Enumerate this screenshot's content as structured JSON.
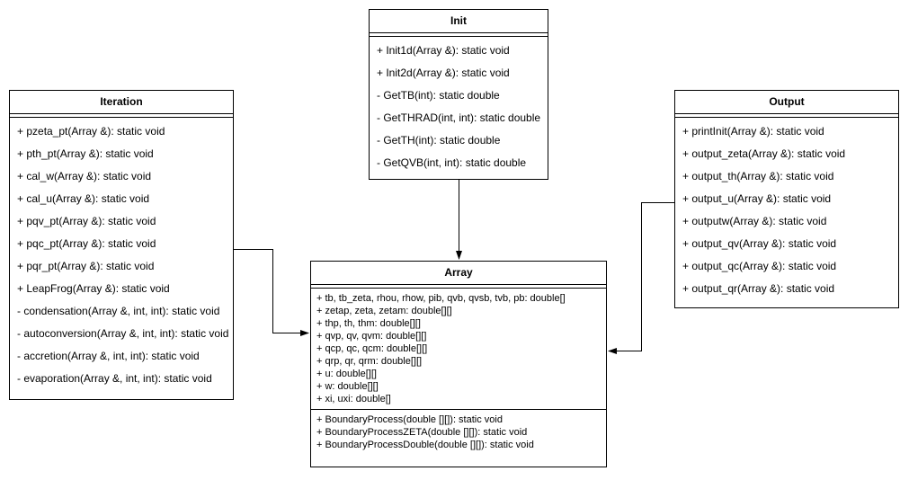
{
  "diagram": {
    "classes": {
      "init": {
        "title": "Init",
        "members": [
          "+ Init1d(Array &): static void",
          "+ Init2d(Array &): static void",
          "- GetTB(int): static double",
          "- GetTHRAD(int, int): static double",
          "- GetTH(int): static double",
          "- GetQVB(int, int): static double"
        ]
      },
      "iteration": {
        "title": "Iteration",
        "members": [
          "+ pzeta_pt(Array &): static void",
          "+ pth_pt(Array &): static void",
          "+ cal_w(Array &): static void",
          "+ cal_u(Array &): static void",
          "+ pqv_pt(Array &): static void",
          "+ pqc_pt(Array &): static void",
          "+ pqr_pt(Array &): static void",
          "+ LeapFrog(Array &): static void",
          "- condensation(Array &, int, int): static void",
          "- autoconversion(Array &, int, int): static void",
          "- accretion(Array &, int, int): static void",
          "- evaporation(Array &, int, int): static void"
        ]
      },
      "output": {
        "title": "Output",
        "members": [
          "+ printInit(Array &): static void",
          "+ output_zeta(Array &): static void",
          "+ output_th(Array &): static void",
          "+ output_u(Array &): static void",
          "+ outputw(Array &): static void",
          "+ output_qv(Array &): static void",
          "+ output_qc(Array &): static void",
          "+ output_qr(Array &): static void"
        ]
      },
      "array": {
        "title": "Array",
        "fields": [
          "+ tb, tb_zeta, rhou, rhow, pib, qvb, qvsb, tvb, pb: double[]",
          "+ zetap, zeta, zetam: double[][]",
          "+ thp, th, thm: double[][]",
          "+ qvp, qv, qvm: double[][]",
          "+ qcp, qc, qcm: double[][]",
          "+ qrp, qr, qrm: double[][]",
          "+ u: double[][]",
          "+ w: double[][]",
          "+ xi, uxi: double[]"
        ],
        "methods": [
          "+ BoundaryProcess(double [][]): static void",
          "+ BoundaryProcessZETA(double [][]): static void",
          "+ BoundaryProcessDouble(double [][]): static void"
        ]
      }
    },
    "colors": {
      "stroke": "#000000",
      "fill": "#ffffff",
      "text": "#000000"
    }
  }
}
